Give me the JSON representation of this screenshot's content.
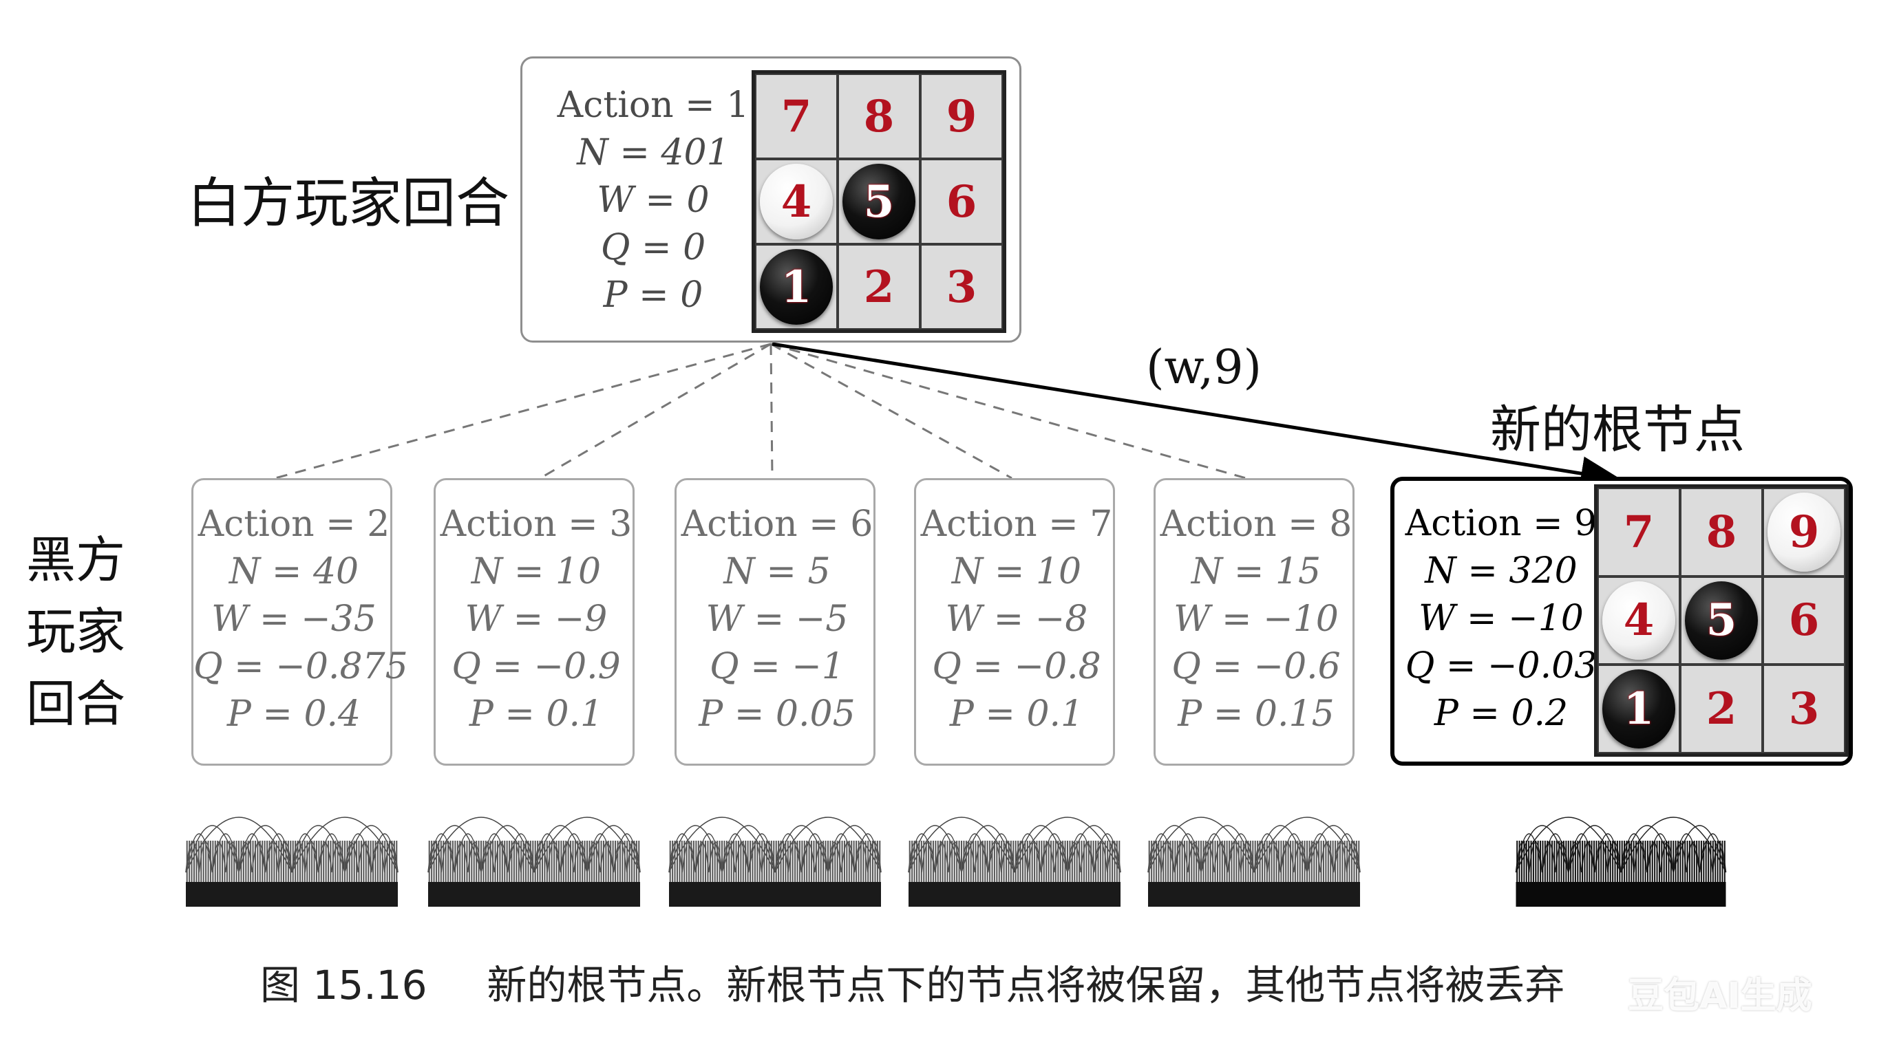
{
  "labels": {
    "white_turn": "白方玩家回合",
    "black_turn_lines": [
      "黑方",
      "玩家",
      "回合"
    ],
    "edge": "(w,9)",
    "new_root": "新的根节点"
  },
  "root": {
    "action": "Action = 1",
    "n": "N = 401",
    "w": "W = 0",
    "q": "Q = 0",
    "p": "P = 0"
  },
  "root_board": [
    {
      "num": "7",
      "stone": "none"
    },
    {
      "num": "8",
      "stone": "none"
    },
    {
      "num": "9",
      "stone": "none"
    },
    {
      "num": "4",
      "stone": "white"
    },
    {
      "num": "5",
      "stone": "black"
    },
    {
      "num": "6",
      "stone": "none"
    },
    {
      "num": "1",
      "stone": "black"
    },
    {
      "num": "2",
      "stone": "none"
    },
    {
      "num": "3",
      "stone": "none"
    }
  ],
  "children": [
    {
      "action": "Action = 2",
      "n": "N = 40",
      "w": "W = −35",
      "q": "Q = −0.875",
      "p": "P = 0.4"
    },
    {
      "action": "Action = 3",
      "n": "N = 10",
      "w": "W = −9",
      "q": "Q = −0.9",
      "p": "P = 0.1"
    },
    {
      "action": "Action = 6",
      "n": "N = 5",
      "w": "W = −5",
      "q": "Q = −1",
      "p": "P = 0.05"
    },
    {
      "action": "Action = 7",
      "n": "N = 10",
      "w": "W = −8",
      "q": "Q = −0.8",
      "p": "P = 0.1"
    },
    {
      "action": "Action = 8",
      "n": "N = 15",
      "w": "W = −10",
      "q": "Q = −0.6",
      "p": "P = 0.15"
    }
  ],
  "new_root_node": {
    "action": "Action = 9",
    "n": "N = 320",
    "w": "W = −10",
    "q": "Q = −0.03",
    "p": "P = 0.2"
  },
  "new_root_board": [
    {
      "num": "7",
      "stone": "none"
    },
    {
      "num": "8",
      "stone": "none"
    },
    {
      "num": "9",
      "stone": "white"
    },
    {
      "num": "4",
      "stone": "white"
    },
    {
      "num": "5",
      "stone": "black"
    },
    {
      "num": "6",
      "stone": "none"
    },
    {
      "num": "1",
      "stone": "black"
    },
    {
      "num": "2",
      "stone": "none"
    },
    {
      "num": "3",
      "stone": "none"
    }
  ],
  "caption": {
    "number": "图 15.16",
    "text": "新的根节点。新根节点下的节点将被保留，其他节点将被丢弃"
  },
  "watermark": "豆包AI生成"
}
